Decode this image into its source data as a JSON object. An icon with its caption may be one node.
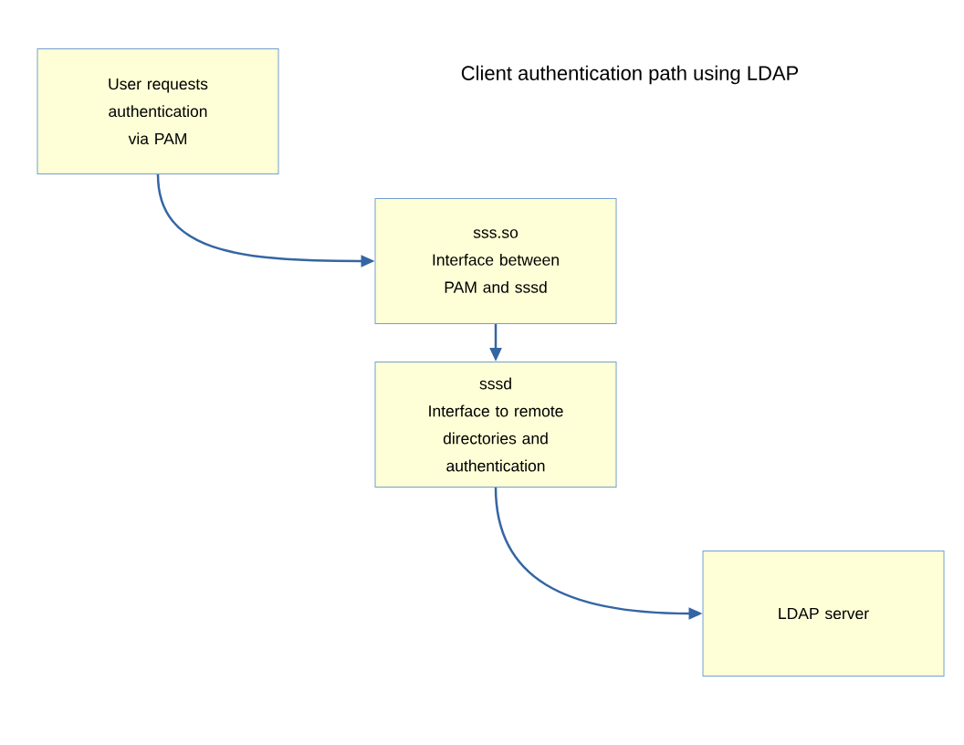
{
  "diagram": {
    "title": "Client authentication path using LDAP",
    "nodes": [
      {
        "text": [
          "User requests authentication via PAM"
        ]
      },
      {
        "text": [
          "sss.so",
          "Interface between PAM and sssd"
        ]
      },
      {
        "text": [
          "sssd",
          "Interface to remote directories and authentication"
        ]
      },
      {
        "text": [
          "LDAP server"
        ]
      }
    ],
    "edges": [
      {
        "from": 0,
        "to": 1,
        "arrow": "to"
      },
      {
        "from": 1,
        "to": 2,
        "arrow": "to"
      },
      {
        "from": 2,
        "to": 3,
        "arrow": "to"
      }
    ]
  }
}
